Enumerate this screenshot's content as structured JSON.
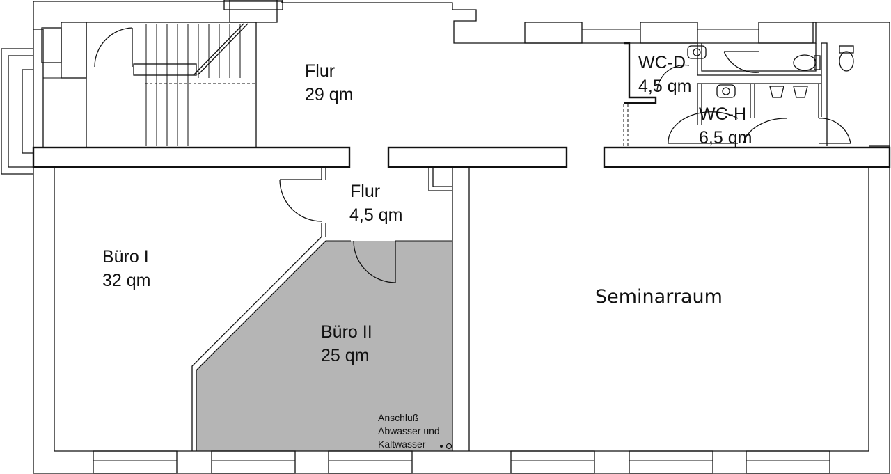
{
  "rooms": {
    "flur_main": {
      "name": "Flur",
      "area": "29 qm"
    },
    "wc_d": {
      "name": "WC-D",
      "area": "4,5 qm"
    },
    "wc_h": {
      "name": "WC-H",
      "area": "6,5 qm"
    },
    "flur_small": {
      "name": "Flur",
      "area": "4,5 qm"
    },
    "buero_1": {
      "name": "Büro I",
      "area": "32 qm"
    },
    "buero_2": {
      "name": "Büro II",
      "area": "25 qm",
      "highlight_color": "#b5b5b5"
    },
    "seminar": {
      "name": "Seminarraum"
    }
  },
  "note": {
    "line1": "Anschluß",
    "line2": "Abwasser und",
    "line3": "Kaltwasser"
  }
}
